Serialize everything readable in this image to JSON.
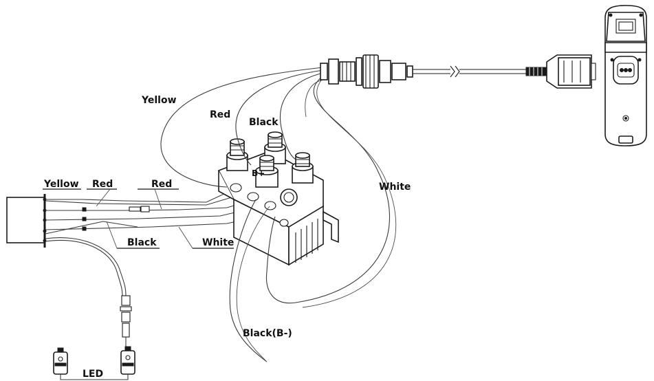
{
  "labels": {
    "yellow_upper": "Yellow",
    "red_upper": "Red",
    "black_upper": "Black",
    "b_plus": "B+",
    "white_right": "White",
    "yellow_left": "Yellow",
    "red_left_1": "Red",
    "red_left_2": "Red",
    "black_left": "Black",
    "white_left": "White",
    "black_b_minus": "Black(B-)",
    "led": "LED"
  },
  "colors": {
    "line": "#1a1a1a",
    "wire": "#3a3a3a",
    "background": "#ffffff"
  },
  "icons": {
    "solenoid": "solenoid-contactor",
    "remote": "handheld-remote-control",
    "plug": "multi-pin-connector",
    "led_light": "led-lamp"
  }
}
